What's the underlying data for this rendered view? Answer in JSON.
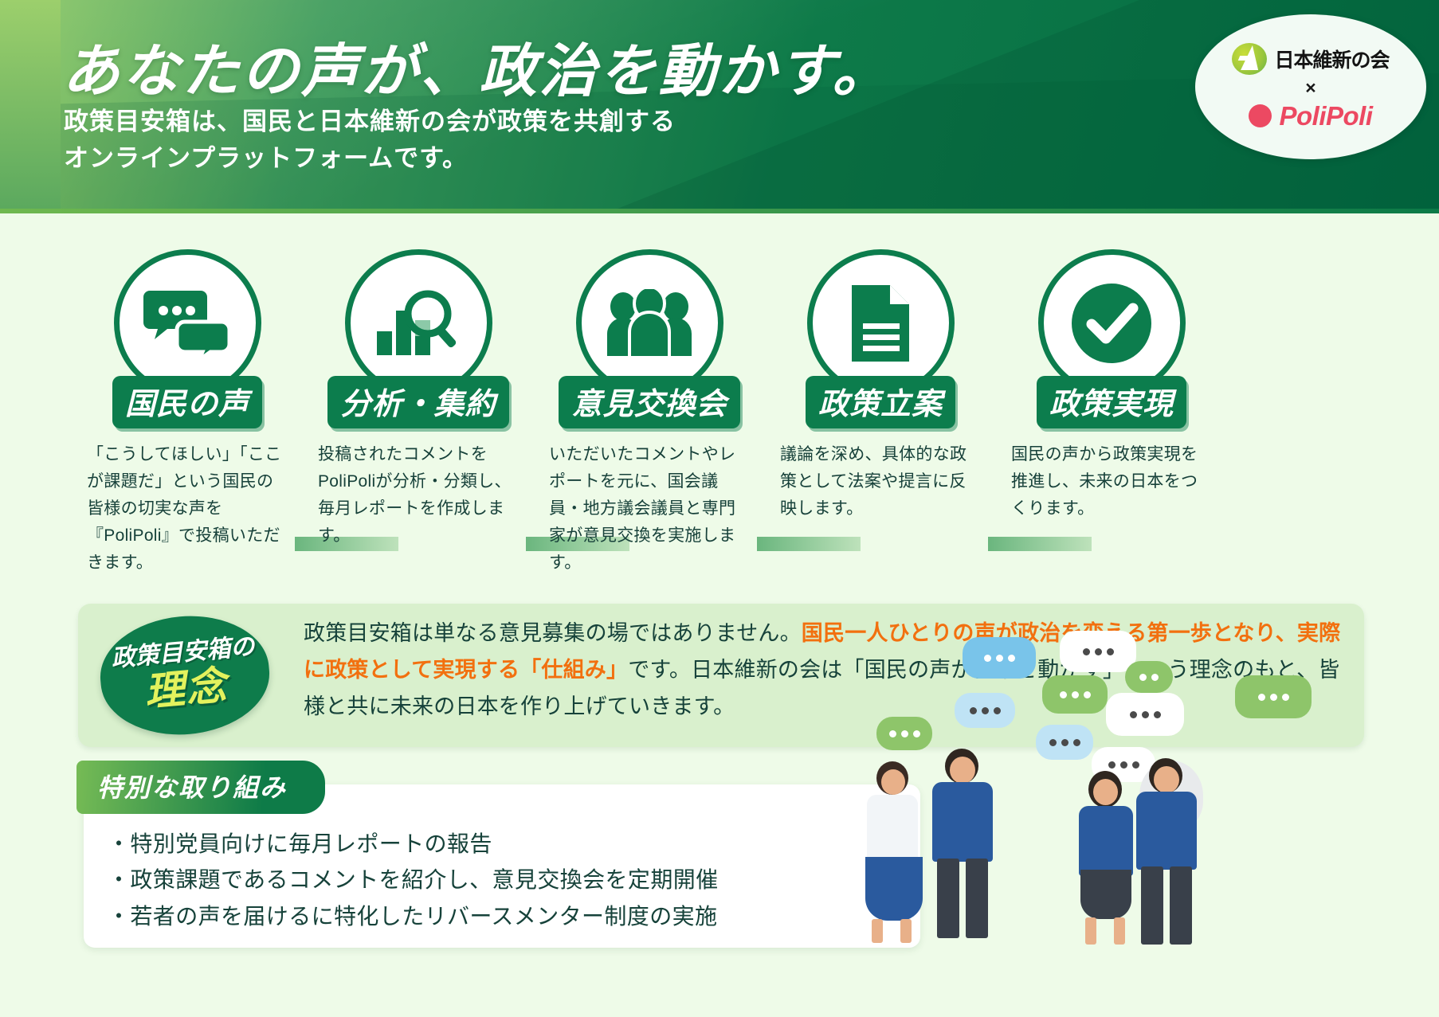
{
  "header": {
    "headline": "あなたの声が、政治を動かす。",
    "subline_1": "政策目安箱は、国民と日本維新の会が政策を共創する",
    "subline_2": "オンラインプラットフォームです。",
    "logo": {
      "party_name": "日本維新の会",
      "cross": "×",
      "partner_name": "PoliPoli"
    },
    "colors": {
      "gradient_light": "#8cc860",
      "gradient_dark": "#036b42",
      "accent_pink": "#ec4962"
    }
  },
  "steps": [
    {
      "icon": "speech-bubbles-icon",
      "label": "国民の声",
      "desc": "「こうしてほしい」「ここが課題だ」という国民の皆様の切実な声を『PoliPoli』で投稿いただきます。"
    },
    {
      "icon": "chart-magnifier-icon",
      "label": "分析・集約",
      "desc": "投稿されたコメントをPoliPoliが分析・分類し、毎月レポートを作成します。"
    },
    {
      "icon": "people-group-icon",
      "label": "意見交換会",
      "desc": "いただいたコメントやレポートを元に、国会議員・地方議会議員と専門家が意見交換を実施します。"
    },
    {
      "icon": "document-icon",
      "label": "政策立案",
      "desc": "議論を深め、具体的な政策として法案や提言に反映します。"
    },
    {
      "icon": "check-circle-icon",
      "label": "政策実現",
      "desc": "国民の声から政策実現を推進し、未来の日本をつくります。"
    }
  ],
  "philosophy": {
    "badge_top": "政策目安箱の",
    "badge_main": "理念",
    "text_part_1": "政策目安箱は単なる意見募集の場ではありません。",
    "text_highlight": "国民一人ひとりの声が政治を変える第一歩となり、実際に政策として実現する「仕組み」",
    "text_part_2": "です。日本維新の会は「国民の声が日本を動かす」という理念のもと、皆様と共に未来の日本を作り上げていきます。",
    "highlight_color": "#f2700f"
  },
  "special": {
    "title": "特別な取り組み",
    "items": [
      "・特別党員向けに毎月レポートの報告",
      "・政策課題であるコメントを紹介し、意見交換会を定期開催",
      "・若者の声を届けるに特化したリバースメンター制度の実施"
    ]
  }
}
